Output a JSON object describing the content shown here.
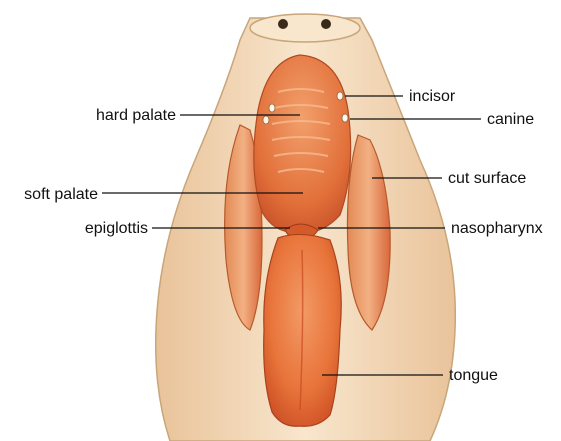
{
  "diagram": {
    "labels": {
      "hard_palate": "hard palate",
      "soft_palate": "soft palate",
      "epiglottis": "epiglottis",
      "incisor": "incisor",
      "canine": "canine",
      "cut_surface": "cut surface",
      "nasopharynx": "nasopharynx",
      "tongue": "tongue"
    },
    "colors": {
      "skin": "#F6E1C6",
      "skin_shadow": "#E9C39A",
      "tissue": "#E8743A",
      "tissue_dark": "#C94A22",
      "tissue_light": "#F39A66",
      "line": "#111111"
    }
  }
}
